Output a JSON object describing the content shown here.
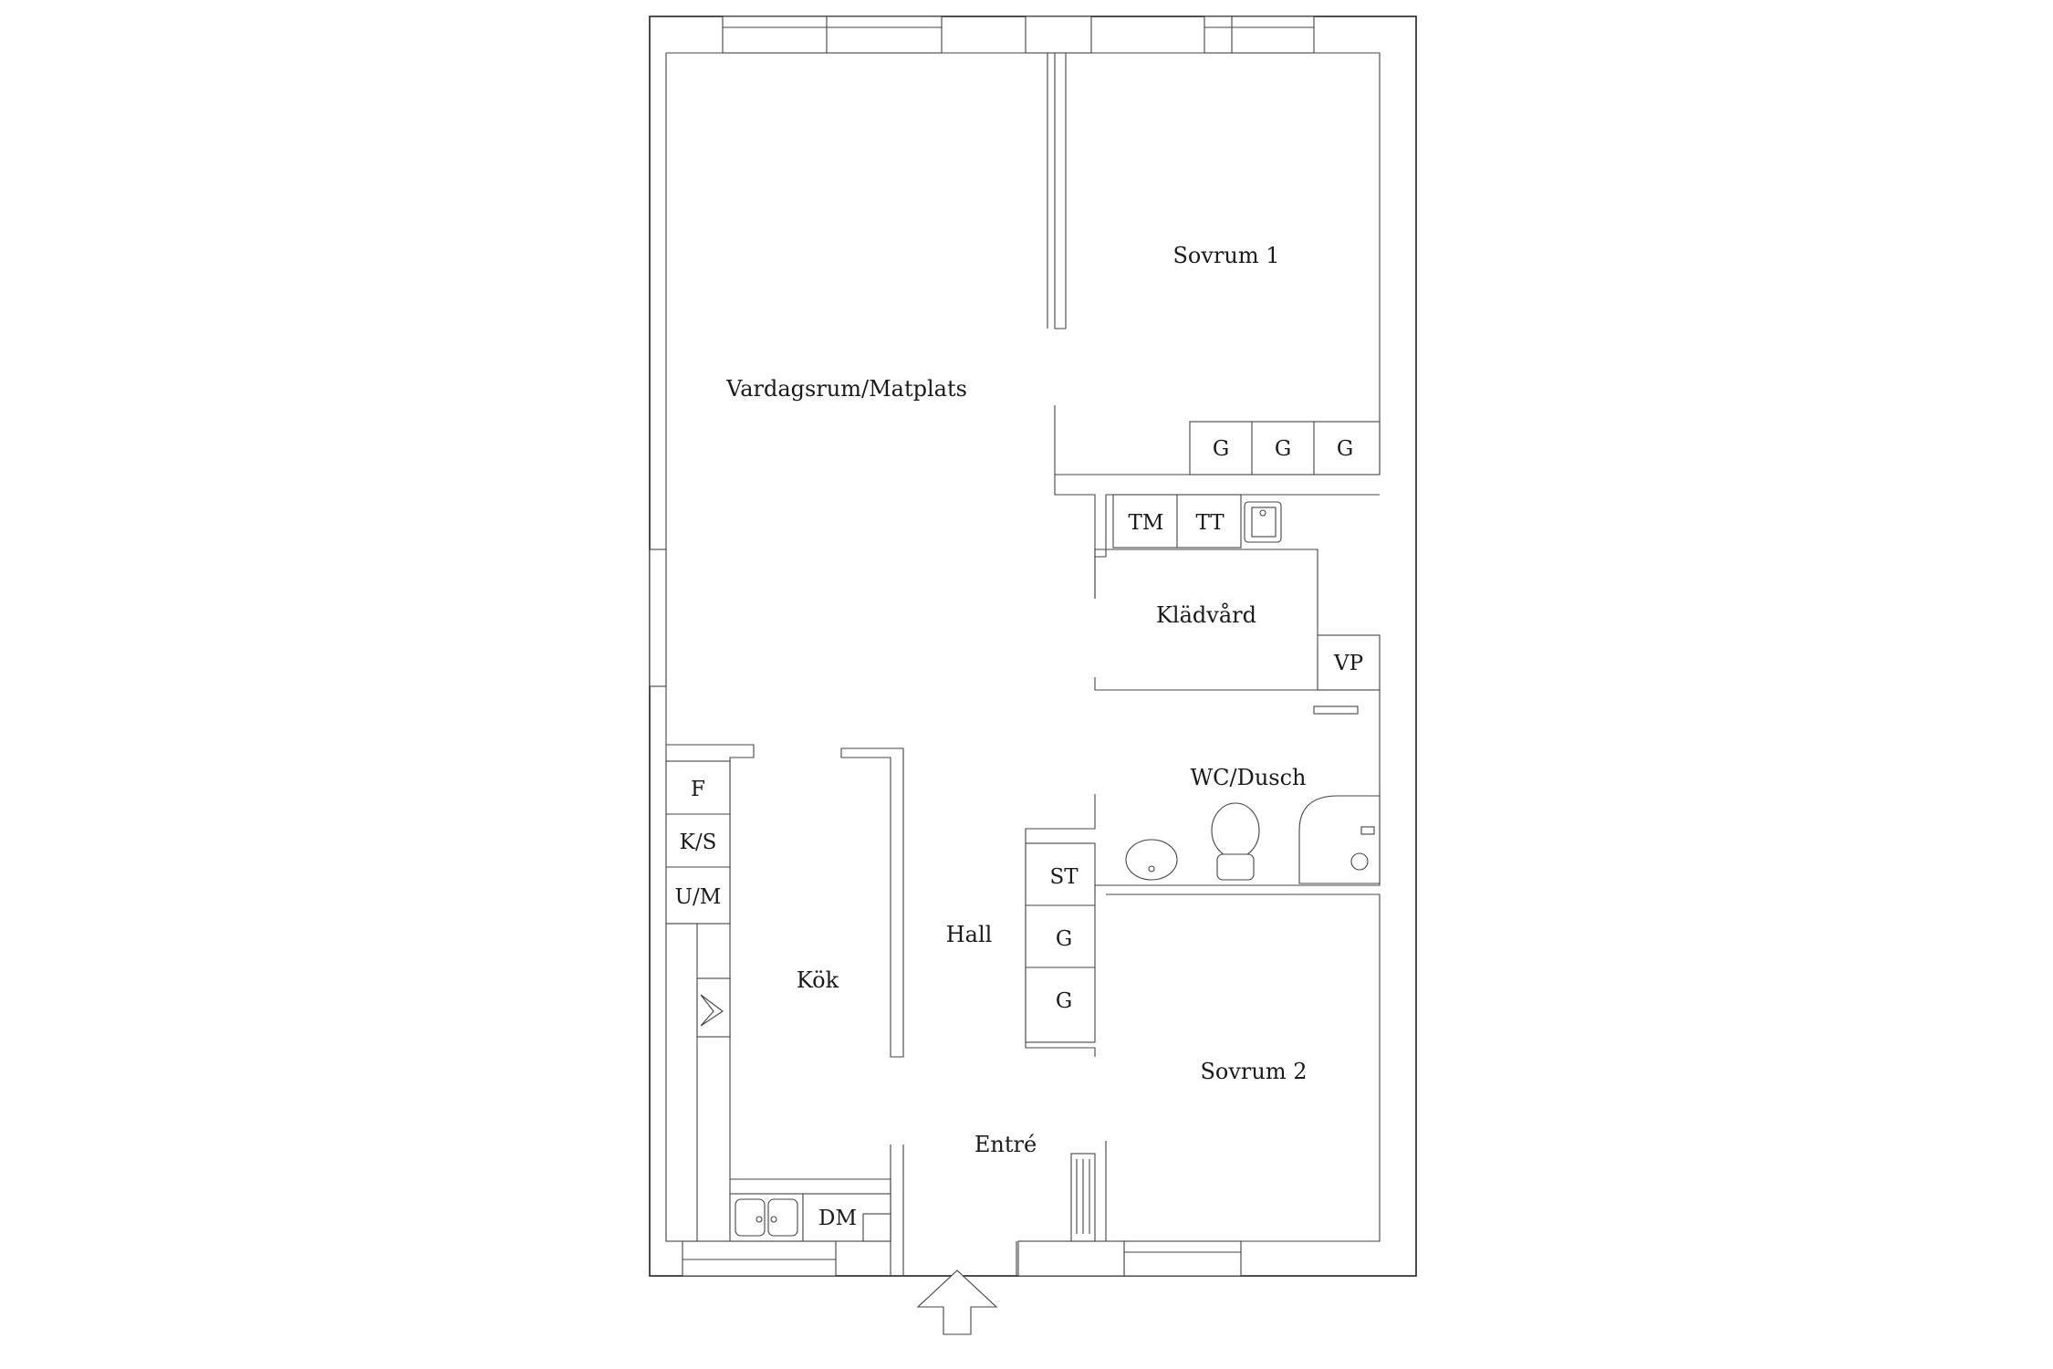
{
  "rooms": {
    "vardagsrum": "Vardagsrum/Matplats",
    "sovrum1": "Sovrum 1",
    "sovrum2": "Sovrum 2",
    "kladvard": "Klädvård",
    "wc_dusch": "WC/Dusch",
    "kok": "Kök",
    "hall": "Hall",
    "entre": "Entré"
  },
  "fixtures": {
    "wardrobe_s1_a": "G",
    "wardrobe_s1_b": "G",
    "wardrobe_s1_c": "G",
    "washing_machine": "TM",
    "tumble_dryer": "TT",
    "water_heater": "VP",
    "fridge": "F",
    "fridge_freezer": "K/S",
    "oven_microwave": "U/M",
    "dishwasher": "DM",
    "linen_cabinet": "ST",
    "wardrobe_hall_a": "G",
    "wardrobe_hall_b": "G"
  }
}
